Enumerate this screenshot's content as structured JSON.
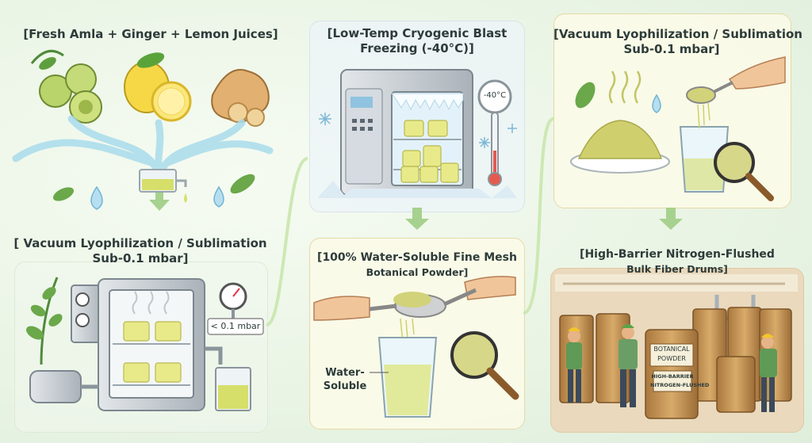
{
  "steps": {
    "juices": {
      "title": "[Fresh Amla + Ginger + Lemon Juices]"
    },
    "vacuum_left": {
      "line1": "[ Vacuum Lyophilization / Sublimation",
      "line2": "Sub-0.1 mbar]",
      "gauge": "< 0.1 mbar"
    },
    "freezing": {
      "line1": "[Low-Temp Cryogenic Blast",
      "line2": "Freezing (-40°C)]",
      "thermo": "-40°C"
    },
    "powder": {
      "line1": "[100% Water-Soluble Fine Mesh",
      "line2": "Botanical Powder]",
      "glass_label1": "Water-",
      "glass_label2": "Soluble"
    },
    "vacuum_right": {
      "line1": "[Vacuum Lyophilization / Sublimation",
      "line2": "Sub-0.1 mbar]"
    },
    "drums": {
      "line1": "[High-Barrier Nitrogen-Flushed",
      "line2": "Bulk Fiber Drums]",
      "drum_label1": "BOTANICAL",
      "drum_label2": "POWDER",
      "drum_label3": "HIGH-BARRIER",
      "drum_label4": "NITROGEN-FLUSHED"
    }
  },
  "colors": {
    "juice": "#d6df6a",
    "powder": "#d2d27a",
    "steel": "#c9ced3",
    "flow": "#a9dcec",
    "arrow": "#a7d18f",
    "drum": "#c99a5b"
  }
}
